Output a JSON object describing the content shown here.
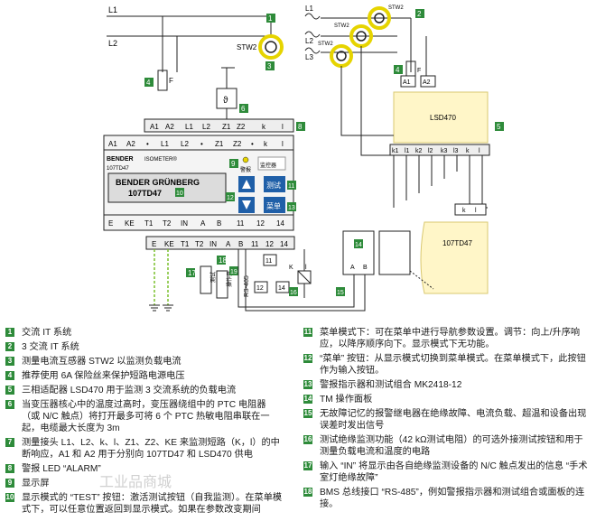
{
  "diagram": {
    "lines_left": [
      "L1",
      "L2"
    ],
    "lines_right": [
      "L1",
      "L2",
      "L3"
    ],
    "stw_labels": [
      "STW2",
      "STW2",
      "STW2",
      "STW2"
    ],
    "callouts": [
      "1",
      "2",
      "3",
      "4",
      "5",
      "6",
      "7",
      "8",
      "9",
      "10",
      "11",
      "12",
      "13",
      "14",
      "15",
      "16",
      "17",
      "18",
      "19"
    ],
    "fuse_label": "F",
    "theta": "ϑ",
    "term_top": [
      "A1",
      "A2",
      "L1",
      "L2",
      "Z1",
      "Z2",
      "k",
      "l"
    ],
    "term_top2": [
      "A1",
      "A2",
      "•",
      "L1",
      "L2",
      "•",
      "Z1",
      "Z2",
      "•",
      "k",
      "l"
    ],
    "term_bottom": [
      "E",
      "KE",
      "T1",
      "T2",
      "IN",
      "A",
      "B",
      "11",
      "12",
      "14"
    ],
    "term_strip": [
      "E",
      "KE",
      "T1",
      "T2",
      "IN",
      "A",
      "B",
      "11",
      "12",
      "14"
    ],
    "bender": "BENDER",
    "isometer": "ISOMETER®",
    "model_small": "107TD47",
    "display_line1": "BENDER GRÜNBERG",
    "display_line2": "107TD47",
    "alarm_label": "警报",
    "monitor_label": "监控器",
    "test_btn": "测试",
    "menu_btn": "菜单",
    "lsd_label": "LSD470",
    "lsd_terms": [
      "k1",
      "l1",
      "k2",
      "l2",
      "k3",
      "l3",
      "k",
      "l"
    ],
    "panel_label": "107TD47",
    "a_labels": [
      "A1",
      "A2"
    ],
    "relay_terms": [
      "11",
      "12",
      "14"
    ],
    "relay_k": "K",
    "relay_l": "l",
    "ab": [
      "A",
      "B"
    ],
    "test_vert": "测试",
    "btn_vert": "操作员",
    "rs485": "RS-485"
  },
  "legend_left": [
    {
      "n": "1",
      "t": "交流 IT 系统"
    },
    {
      "n": "2",
      "t": "3 交流 IT 系统"
    },
    {
      "n": "3",
      "t": "测量电流互感器 STW2 以监测负载电流"
    },
    {
      "n": "4",
      "t": "推荐使用 6A 保险丝来保护短路电源电压"
    },
    {
      "n": "5",
      "t": "三相适配器 LSD470 用于监测 3 交流系统的负载电流"
    },
    {
      "n": "6",
      "t": "当变压器核心中的温度过高时，变压器绕组中的 PTC 电阻器（或 N/C 触点）将打开最多可将 6 个 PTC 热敏电阻串联在一起，电缆最大长度为 3m"
    },
    {
      "n": "7",
      "t": "测量接头 L1、L2、k、l、Z1、Z2、KE 来监测短路（K，l）的中断响应，A1 和 A2 用于分别向 107TD47 和 LSD470 供电"
    },
    {
      "n": "8",
      "t": "警报 LED “ALARM”"
    },
    {
      "n": "9",
      "t": "显示屏"
    },
    {
      "n": "10",
      "t": "显示模式的 “TEST” 按钮：激活测试按钮（自我监测）。在菜单模式下，可以任意位置返回到显示模式。如果在参数改变期间"
    }
  ],
  "legend_right": [
    {
      "n": "11",
      "t": "菜单模式下：可在菜单中进行导航参数设置。调节：向上/升序响应，以降序顺序向下。显示模式下无功能。"
    },
    {
      "n": "12",
      "t": "“菜单” 按钮：从显示模式切换到菜单模式。在菜单模式下，此按钮作为输入按钮。"
    },
    {
      "n": "13",
      "t": "警报指示器和测试组合 MK2418-12"
    },
    {
      "n": "14",
      "t": "TM 操作面板"
    },
    {
      "n": "15",
      "t": "无故障记忆的报警继电器在绝缘故障、电流负载、超温和设备出现误差时发出信号"
    },
    {
      "n": "16",
      "t": "测试绝缘监测功能（42 kΩ测试电阻）的可选外接测试按钮和用于测量负载电流和温度的电路"
    },
    {
      "n": "17",
      "t": "输入 “IN” 将显示由各自绝缘监测设备的 N/C 触点发出的信息 “手术室灯绝缘故障”"
    },
    {
      "n": "18",
      "t": "BMS 总线接口 “RS-485”，例如警报指示器和测试组合或面板的连接。"
    }
  ],
  "watermark": "工业品商城"
}
